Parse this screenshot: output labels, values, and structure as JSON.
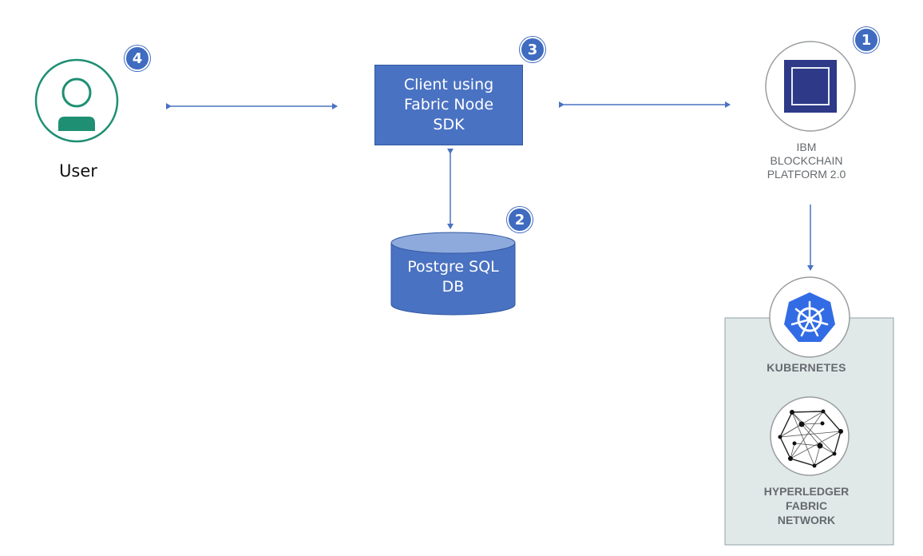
{
  "user": {
    "label": "User"
  },
  "client": {
    "lines": [
      "Client using",
      "Fabric Node",
      "SDK"
    ]
  },
  "database": {
    "lines": [
      "Postgre SQL",
      "DB"
    ]
  },
  "ibm_platform": {
    "lines": [
      "IBM",
      "BLOCKCHAIN",
      "PLATFORM 2.0"
    ]
  },
  "kubernetes": {
    "label": "KUBERNETES"
  },
  "hyperledger": {
    "lines": [
      "HYPERLEDGER",
      "FABRIC",
      "NETWORK"
    ]
  },
  "badges": {
    "ibm": "1",
    "database": "2",
    "client": "3",
    "user": "4"
  },
  "colors": {
    "user_green": "#1e8f73",
    "box_blue": "#4a72c2",
    "badge_blue": "#3f6bc0",
    "arrow_blue": "#4a72c2",
    "ibm_dark": "#2e3a87",
    "k8s_blue": "#326ce5",
    "panel_bg": "#e1e8e8"
  }
}
